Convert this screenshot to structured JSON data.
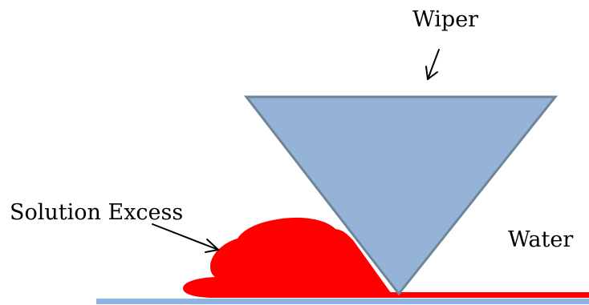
{
  "labels": {
    "wiper": "Wiper",
    "solution_excess": "Solution Excess",
    "water": "Water"
  },
  "colors": {
    "wiper_fill": "#95b3d7",
    "wiper_stroke": "#6f8598",
    "solution": "#ff0000",
    "substrate": "#8eb4e3",
    "arrow": "#000000",
    "text": "#000000"
  }
}
